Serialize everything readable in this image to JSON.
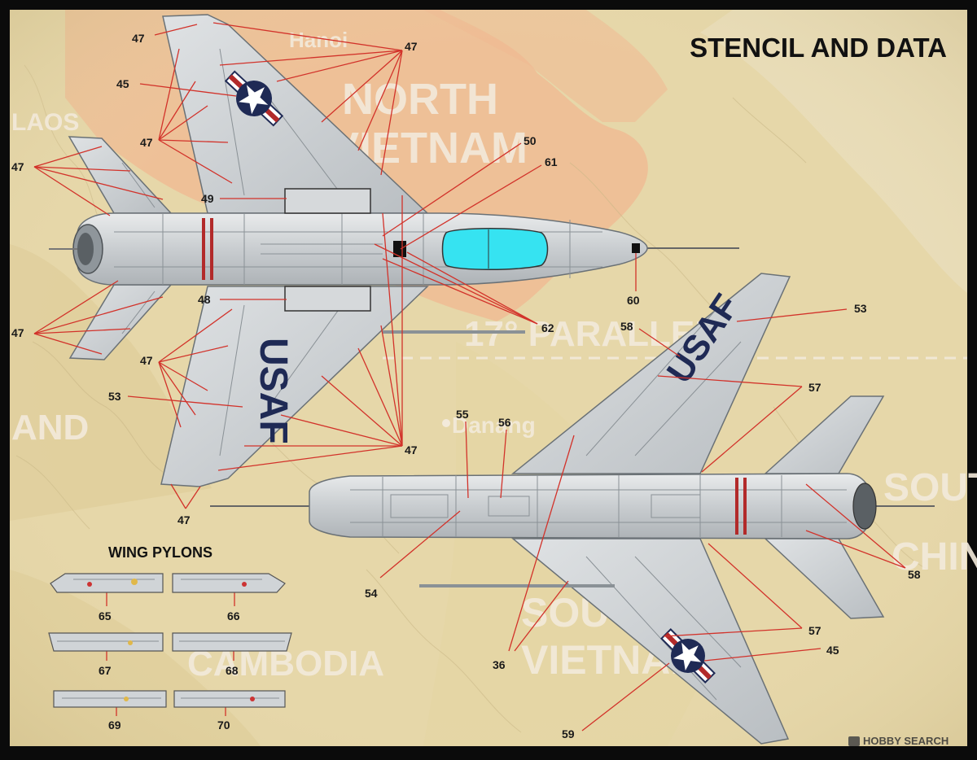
{
  "title": "STENCIL AND DATA",
  "pylons_heading": "WING PYLONS",
  "watermark": "HOBBY SEARCH",
  "map_labels": {
    "north_vietnam_1": "NORTH",
    "north_vietnam_2": "VIETNAM",
    "laos": "LAOS",
    "parallel": "17° PARALLEL",
    "danang": "Danang",
    "south_vietnam_1": "SOUTH",
    "south_vietnam_2": "VIETNAM",
    "cambodia": "CAMBODIA",
    "thailand": "AND",
    "south_china": "SOUTH",
    "china_2": "CHINA",
    "hanoi": "Hanoi"
  },
  "wing_markings": {
    "usaf": "USAF"
  },
  "callouts": {
    "c47_a": "47",
    "c47_b": "47",
    "c47_c": "47",
    "c47_d": "47",
    "c47_e": "47",
    "c47_f": "47",
    "c47_g": "47",
    "c47_h": "47",
    "c45_top": "45",
    "c49": "49",
    "c50": "50",
    "c61": "61",
    "c48": "48",
    "c53_top": "53",
    "c60": "60",
    "c62": "62",
    "c53_right": "53",
    "c58_top": "58",
    "c57_top": "57",
    "c55": "55",
    "c56": "56",
    "c54": "54",
    "c58_right": "58",
    "c36": "36",
    "c57_bottom": "57",
    "c45_bottom": "45",
    "c59": "59",
    "c65": "65",
    "c66": "66",
    "c67": "67",
    "c68": "68",
    "c69": "69",
    "c70": "70"
  },
  "colors": {
    "map_base": "#e6d7a9",
    "map_north": "#f0b892",
    "aircraft_silver": "#cfd3d6",
    "panel_line": "#8a9196",
    "leader_red": "#d2322a",
    "canopy": "#36e3f1",
    "roundel_blue": "#1f2a55"
  },
  "icons": {
    "roundel": "usaf-star-roundel-icon",
    "watermark_logo": "hobby-search-logo-icon"
  }
}
